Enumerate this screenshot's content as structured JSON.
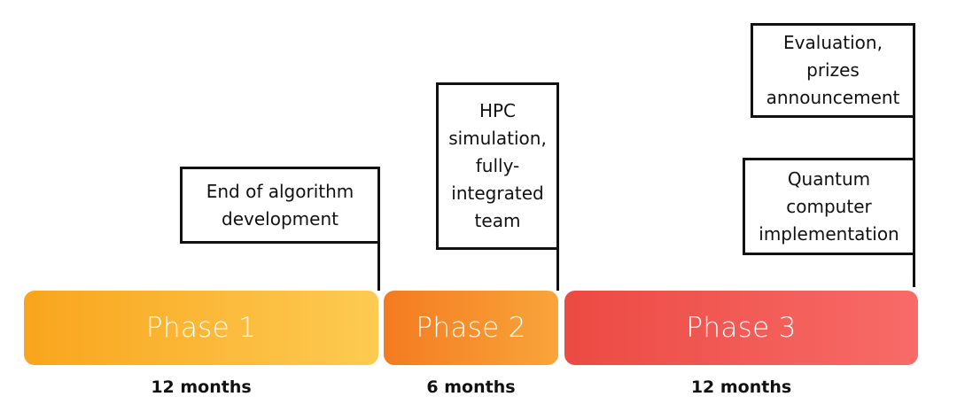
{
  "phases": [
    {
      "label": "Phase 1",
      "duration": "12 months",
      "color_start": "#F9A51D",
      "color_end": "#FDCB52"
    },
    {
      "label": "Phase 2",
      "duration": "6 months",
      "color_start": "#F47B20",
      "color_end": "#F9A53A"
    },
    {
      "label": "Phase 3",
      "duration": "12 months",
      "color_start": "#EC4A43",
      "color_end": "#F86B68"
    }
  ],
  "milestones": [
    {
      "text": "End of algorithm\ndevelopment"
    },
    {
      "text": "HPC\nsimulation,\nfully-\nintegrated\nteam"
    },
    {
      "text": "Evaluation,\nprizes\nannouncement"
    },
    {
      "text": "Quantum\ncomputer\nimplementation"
    }
  ]
}
